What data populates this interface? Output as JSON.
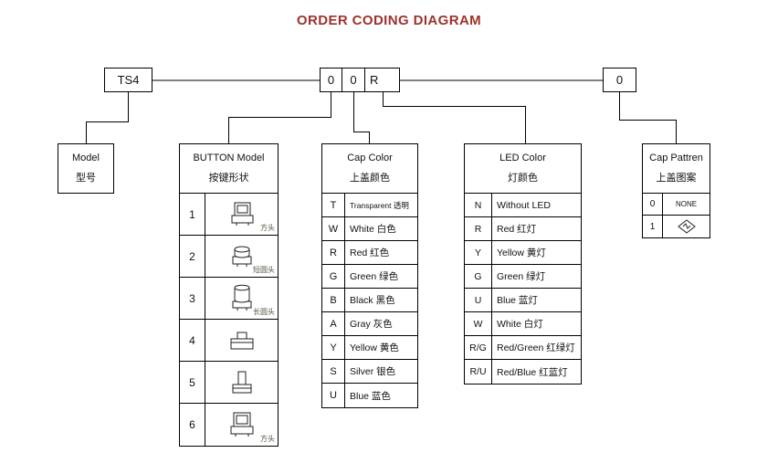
{
  "title": "ORDER CODING DIAGRAM",
  "colors": {
    "title_accent": "#9c332c",
    "line": "#000000",
    "border": "#000000",
    "background": "#ffffff"
  },
  "code_boxes": {
    "model": "TS4",
    "digits": [
      "0",
      "0",
      "R"
    ],
    "pattern": "0"
  },
  "model_legend": {
    "en": "Model",
    "zh": "型号"
  },
  "button_table": {
    "header_en": "BUTTON Model",
    "header_zh": "按键形状",
    "rows": [
      {
        "num": "1",
        "icon": "square-head-button-icon",
        "caption": "方头"
      },
      {
        "num": "2",
        "icon": "short-round-head-button-icon",
        "caption": "短圆头"
      },
      {
        "num": "3",
        "icon": "long-round-head-button-icon",
        "caption": "长圆头"
      },
      {
        "num": "4",
        "icon": "flat-tact-switch-icon",
        "caption": ""
      },
      {
        "num": "5",
        "icon": "tall-plunger-switch-icon",
        "caption": ""
      },
      {
        "num": "6",
        "icon": "square-head-button-icon",
        "caption": "方头"
      }
    ]
  },
  "cap_color_table": {
    "header_en": "Cap Color",
    "header_zh": "上盖颜色",
    "rows": [
      {
        "code": "T",
        "label": "Transparent 透明"
      },
      {
        "code": "W",
        "label": "White 白色"
      },
      {
        "code": "R",
        "label": "Red 红色"
      },
      {
        "code": "G",
        "label": "Green 绿色"
      },
      {
        "code": "B",
        "label": "Black 黑色"
      },
      {
        "code": "A",
        "label": "Gray 灰色"
      },
      {
        "code": "Y",
        "label": "Yellow 黄色"
      },
      {
        "code": "S",
        "label": "Silver 银色"
      },
      {
        "code": "U",
        "label": "Blue 蓝色"
      }
    ]
  },
  "led_color_table": {
    "header_en": "LED Color",
    "header_zh": "灯颜色",
    "rows": [
      {
        "code": "N",
        "label": "Without LED"
      },
      {
        "code": "R",
        "label": "Red 红灯"
      },
      {
        "code": "Y",
        "label": "Yellow 黄灯"
      },
      {
        "code": "G",
        "label": "Green 绿灯"
      },
      {
        "code": "U",
        "label": "Blue 蓝灯"
      },
      {
        "code": "W",
        "label": "White 白灯"
      },
      {
        "code": "R/G",
        "label": "Red/Green 红绿灯"
      },
      {
        "code": "R/U",
        "label": "Red/Blue 红蓝灯"
      }
    ]
  },
  "cap_pattern_table": {
    "header_en": "Cap Pattren",
    "header_zh": "上盖图案",
    "rows": [
      {
        "code": "0",
        "label": "NONE"
      },
      {
        "code": "1",
        "label": "",
        "icon": "diamond-arrow-pattern-icon"
      }
    ]
  }
}
